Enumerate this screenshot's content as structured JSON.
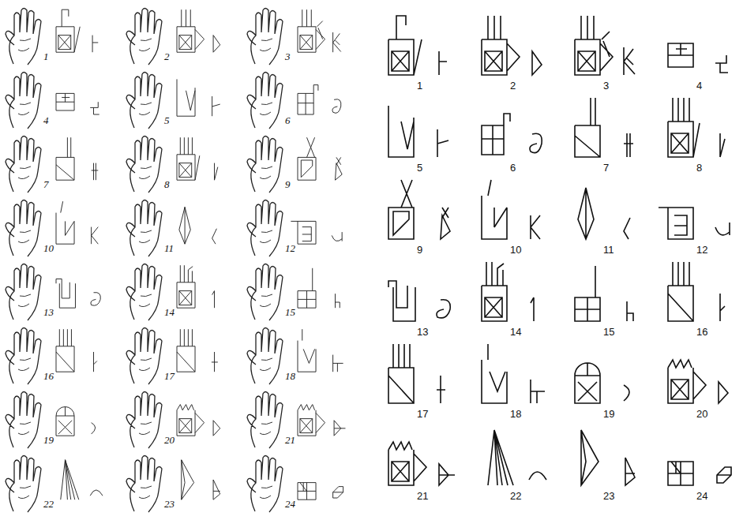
{
  "diagram": {
    "labels": [
      "1",
      "2",
      "3",
      "4",
      "5",
      "6",
      "7",
      "8",
      "9",
      "10",
      "11",
      "12",
      "13",
      "14",
      "15",
      "16",
      "17",
      "18",
      "19",
      "20",
      "21",
      "22",
      "23",
      "24",
      "1",
      "2",
      "3",
      "4",
      "5",
      "6",
      "7",
      "8",
      "9",
      "10",
      "11",
      "12",
      "13",
      "14",
      "15",
      "16",
      "17",
      "18",
      "19",
      "20",
      "21",
      "22",
      "23",
      "24"
    ]
  }
}
